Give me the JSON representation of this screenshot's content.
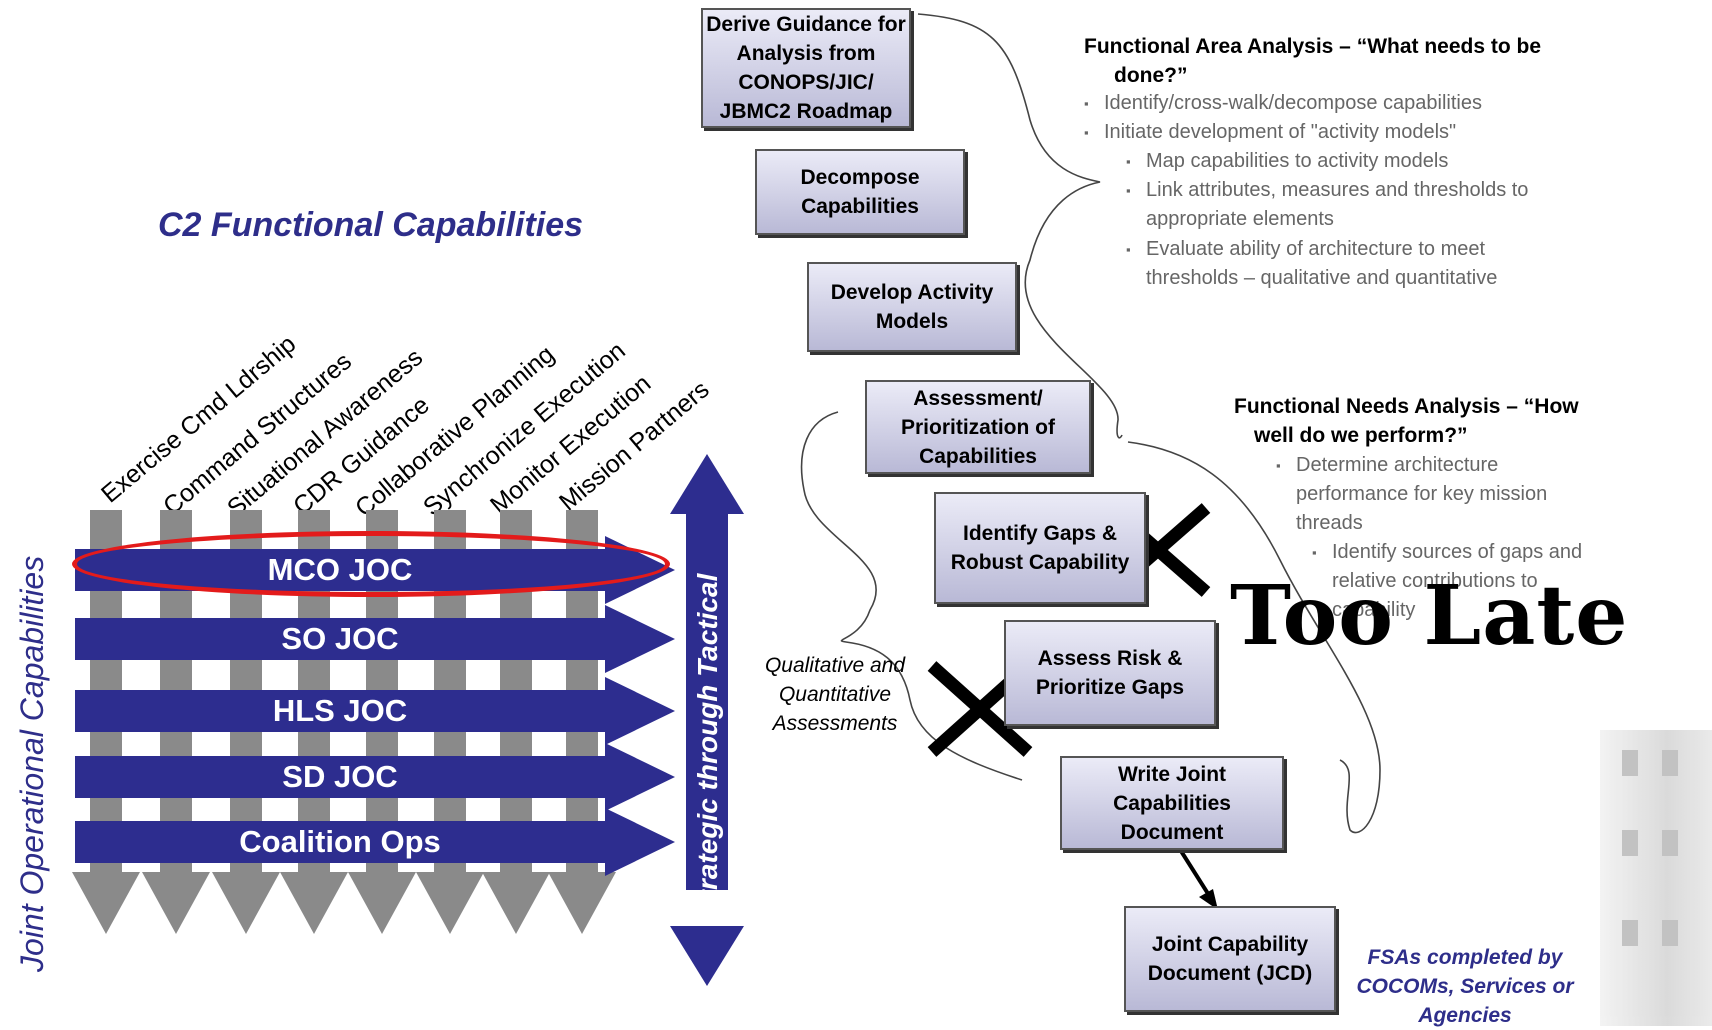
{
  "left": {
    "title": "C2 Functional Capabilities",
    "side_label": "Joint Operational Capabilities",
    "columns": [
      "Exercise Cmd Ldrship",
      "Command Structures",
      "Situational Awareness",
      "CDR Guidance",
      "Collaborative Planning",
      "Synchronize Execution",
      "Monitor Execution",
      "Mission Partners"
    ],
    "bands": [
      "MCO JOC",
      "SO JOC",
      "HLS JOC",
      "SD JOC",
      "Coalition Ops"
    ],
    "vertical_arrow_label": "Strategic through Tactical"
  },
  "flow": {
    "boxes": [
      "Derive Guidance for Analysis from CONOPS/JIC/ JBMC2 Roadmap",
      "Decompose Capabilities",
      "Develop Activity Models",
      "Assessment/ Prioritization of Capabilities",
      "Identify Gaps & Robust Capability",
      "Assess Risk & Prioritize Gaps",
      "Write Joint Capabilities Document",
      "Joint Capability Document (JCD)"
    ],
    "qual_label": "Qualitative and Quantitative Assessments",
    "faa": {
      "title": "Functional Area Analysis – “What needs to be done?”",
      "bullets": [
        "Identify/cross-walk/decompose capabilities",
        "Initiate development of \"activity models\""
      ],
      "sub_bullets": [
        "Map capabilities to activity models",
        "Link attributes, measures and thresholds to appropriate elements",
        "Evaluate ability of architecture to meet thresholds – qualitative and quantitative"
      ]
    },
    "fna": {
      "title": "Functional Needs Analysis – “How well do we perform?”",
      "bullets": [
        "Determine architecture performance for key mission threads"
      ],
      "sub_bullets": [
        "Identify sources of gaps and relative contributions to capability"
      ]
    },
    "fsa_note": "FSAs completed by COCOMs, Services or Agencies",
    "overlay": "Too Late",
    "colors": {
      "band": "#2d2d8f",
      "oval": "#e31b1b",
      "grid": "#8a8a8a",
      "title_blue": "#2e2e8a"
    }
  }
}
